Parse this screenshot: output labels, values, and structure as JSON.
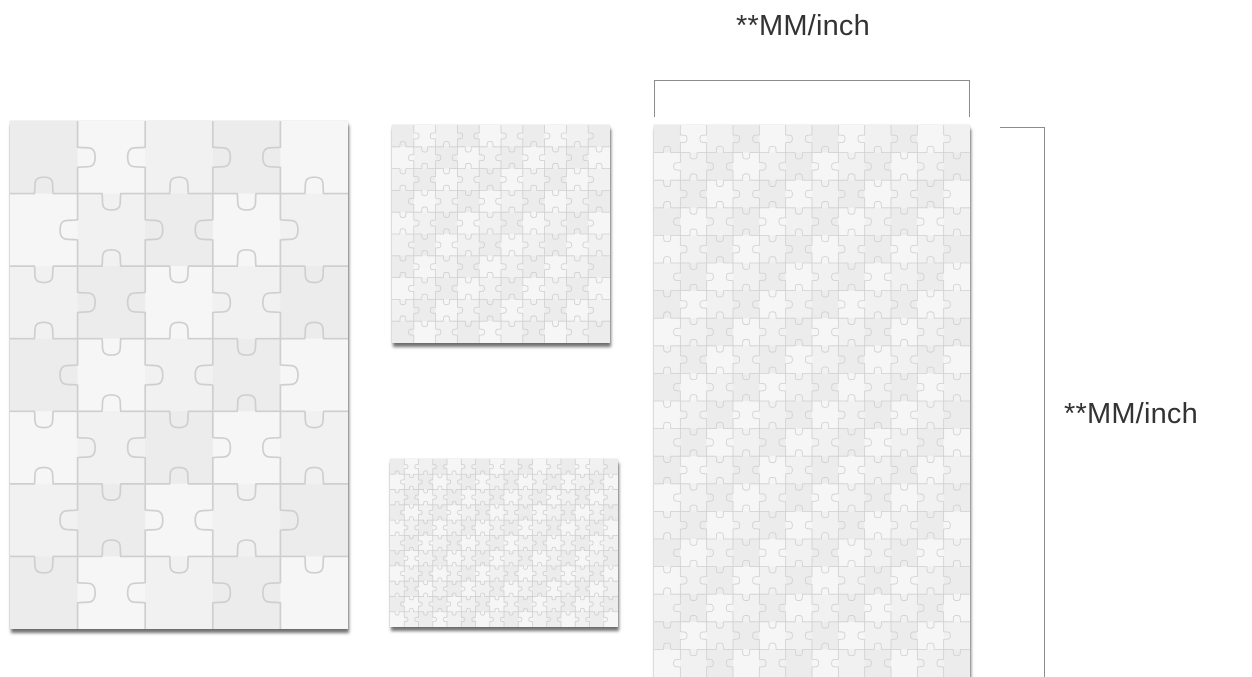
{
  "dimension_labels": {
    "width": "**MM/inch",
    "height": "**MM/inch"
  },
  "puzzles": [
    {
      "id": "large-rect-puzzle",
      "cols": 5,
      "rows": 7
    },
    {
      "id": "small-square-puzzle",
      "cols": 10,
      "rows": 10
    },
    {
      "id": "small-landscape-puzzle",
      "cols": 16,
      "rows": 11
    },
    {
      "id": "tall-dense-puzzle",
      "cols": 12,
      "rows": 20
    }
  ],
  "colors": {
    "piece_fill": "#f3f3f3",
    "piece_line": "#cfcfcf",
    "bracket": "#8c8c8c",
    "label": "#333333"
  }
}
